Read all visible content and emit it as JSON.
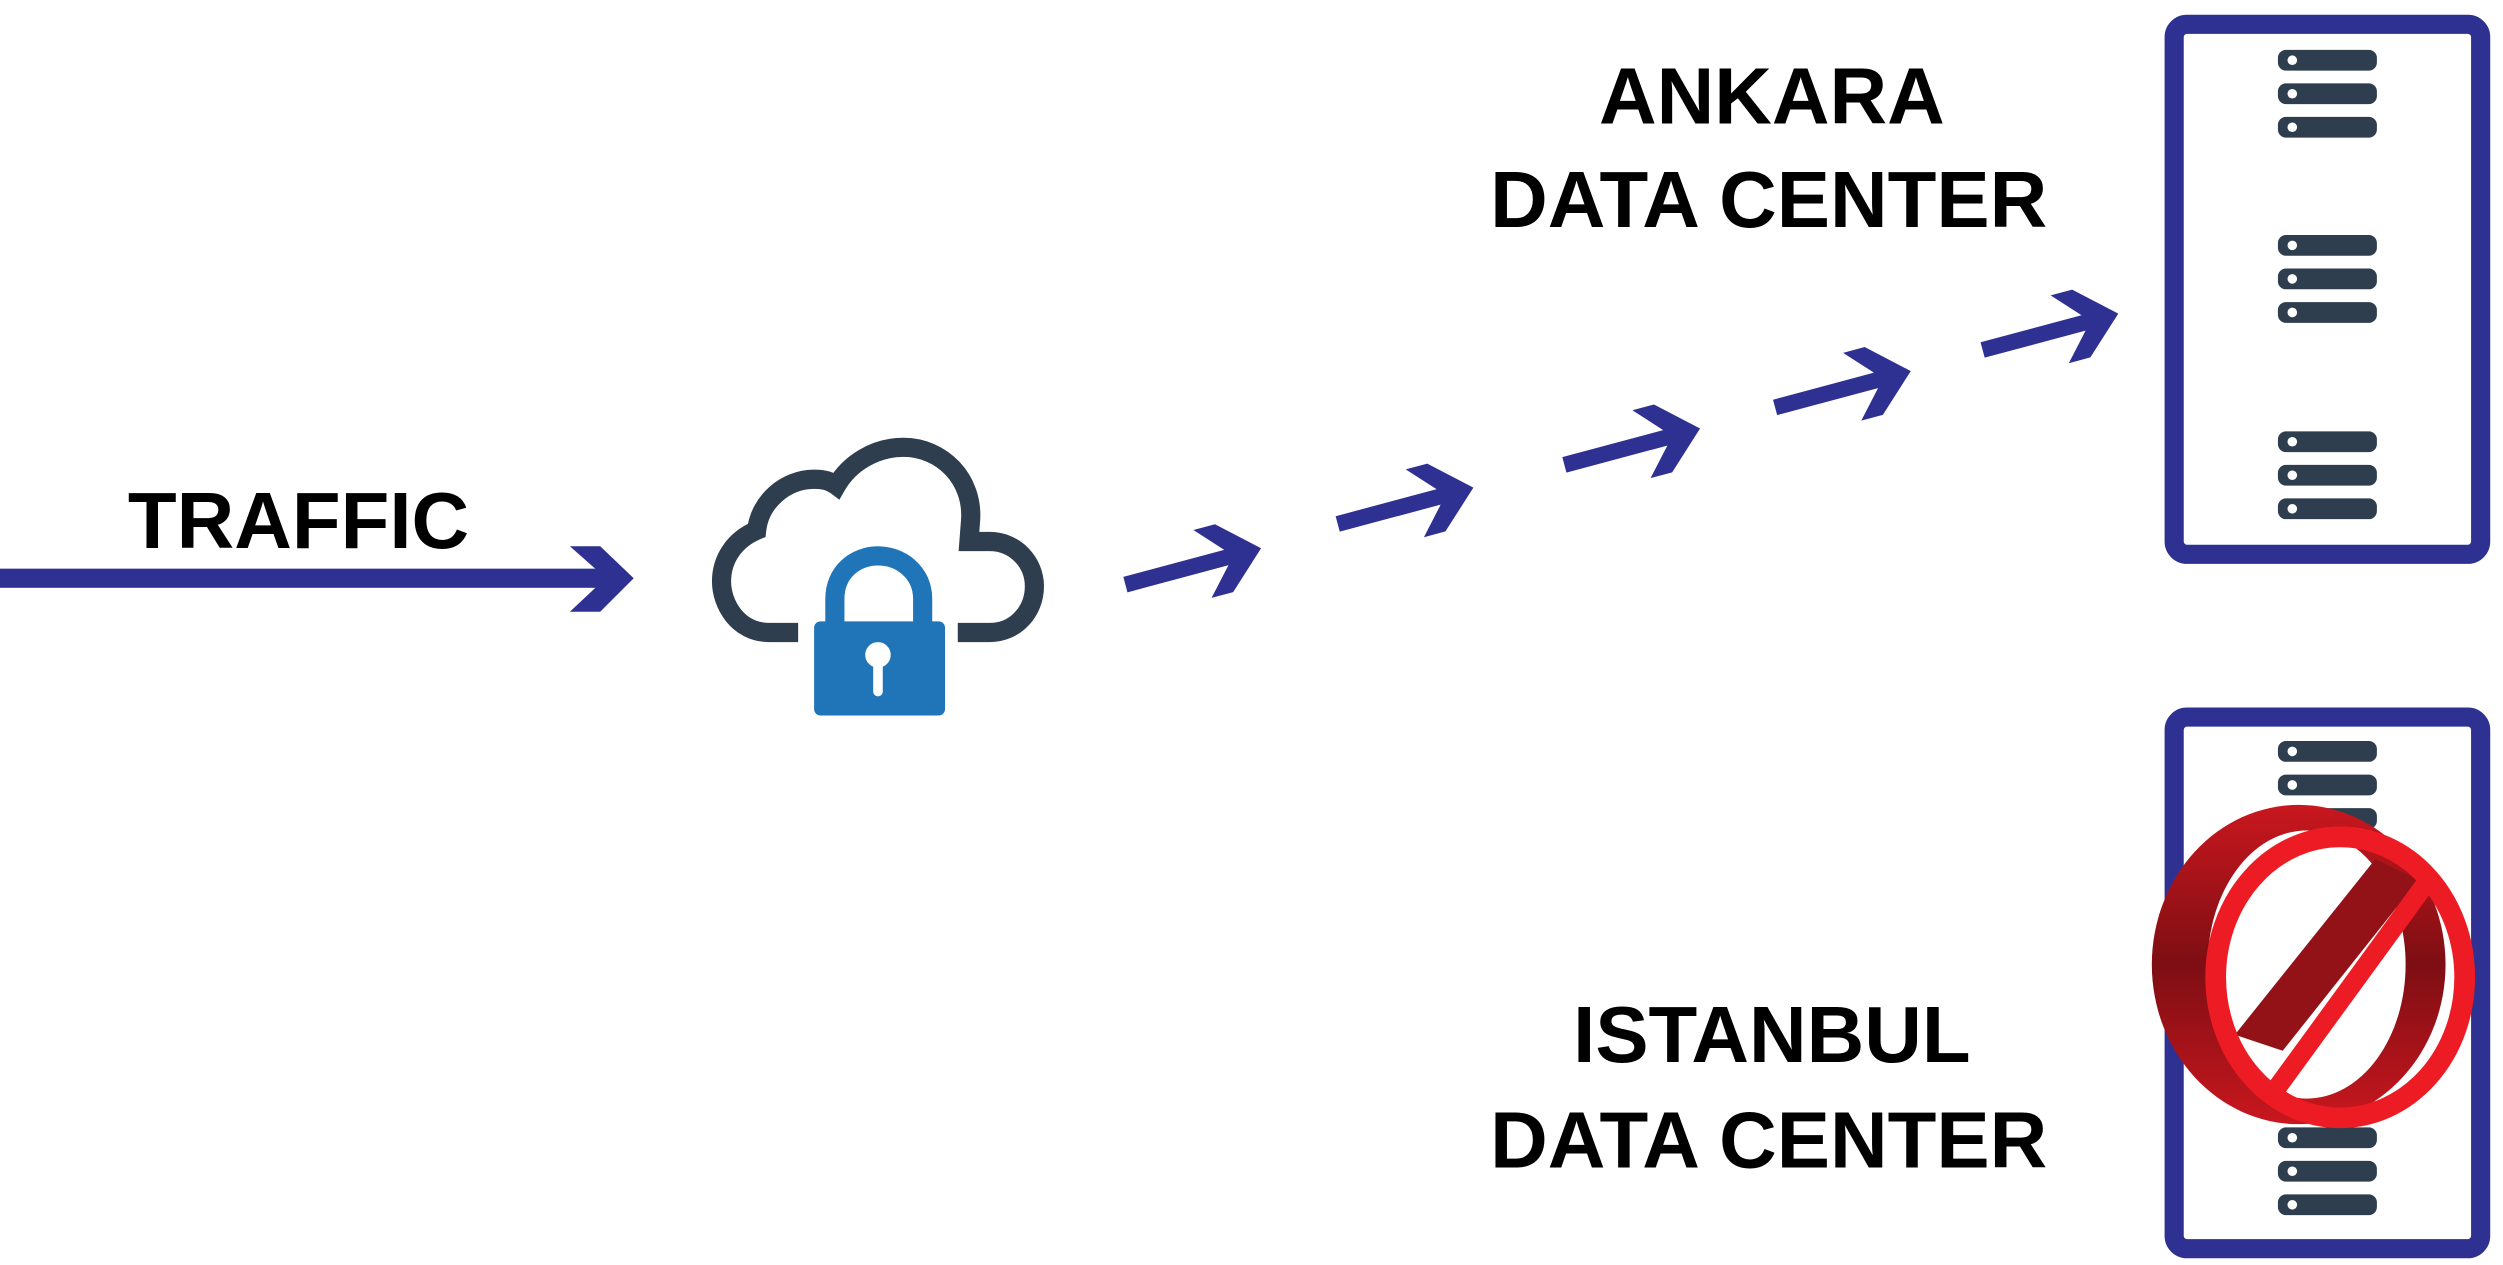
{
  "traffic_label": "TRAFFIC",
  "ankara": {
    "line1": "ANKARA",
    "line2": "DATA CENTER",
    "status": "active"
  },
  "istanbul": {
    "line1": "ISTANBUL",
    "line2": "DATA CENTER",
    "status": "blocked"
  },
  "icons": [
    "cloud-lock-icon",
    "server-rack-icon",
    "no-entry-icon",
    "arrow-icon"
  ],
  "colors": {
    "arrow": "#2e3192",
    "rack": "#2e3192",
    "server": "#2e3e4e",
    "lock": "#1f75b8",
    "cloud": "#2e3e4e",
    "prohibit": "#ed1c24",
    "prohibit_dark": "#8b1015"
  }
}
